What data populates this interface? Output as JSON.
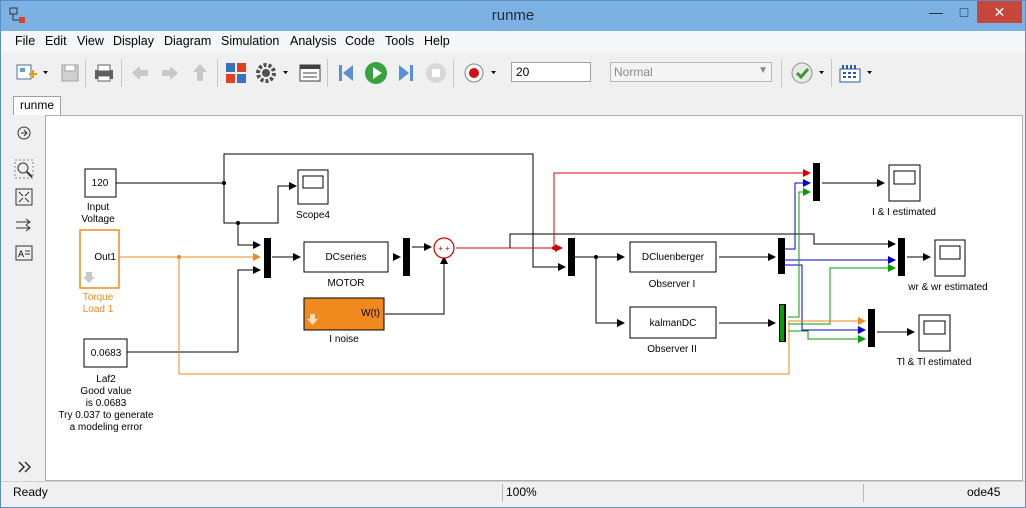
{
  "window": {
    "title": "runme"
  },
  "menu": [
    "File",
    "Edit",
    "View",
    "Display",
    "Diagram",
    "Simulation",
    "Analysis",
    "Code",
    "Tools",
    "Help"
  ],
  "toolbar": {
    "stop_time": "20",
    "sim_mode": "Normal"
  },
  "tab": {
    "label": "runme"
  },
  "status": {
    "left": "Ready",
    "zoom": "100%",
    "solver": "ode45"
  },
  "blocks": {
    "input_voltage": {
      "value": "120",
      "label1": "Input",
      "label2": "Voltage"
    },
    "torque_load": {
      "port": "Out1",
      "label1": "Torque",
      "label2": "Load 1"
    },
    "laf2": {
      "value": "0.0683",
      "label1": "Laf2",
      "label2": "Good value",
      "label3": "is 0.0683",
      "label4": "Try 0.037 to generate",
      "label5": "a modeling error"
    },
    "motor": {
      "text": "DCseries",
      "label": "MOTOR"
    },
    "noise": {
      "text": "W(t)",
      "label": "I noise"
    },
    "scope4": {
      "label": "Scope4"
    },
    "observer1": {
      "text": "DCluenberger",
      "label": "Observer I"
    },
    "observer2": {
      "text": "kalmanDC",
      "label": "Observer II"
    },
    "scope_i": {
      "label": "I & I estimated"
    },
    "scope_wr": {
      "label": "wr & wr estimated"
    },
    "scope_tl": {
      "label": "Tl & Tl estimated"
    }
  },
  "colors": {
    "orange": "#f08a1c",
    "red": "#d40000",
    "blue": "#0000d0",
    "green": "#00a000",
    "titlebar": "#7bb2e3"
  }
}
